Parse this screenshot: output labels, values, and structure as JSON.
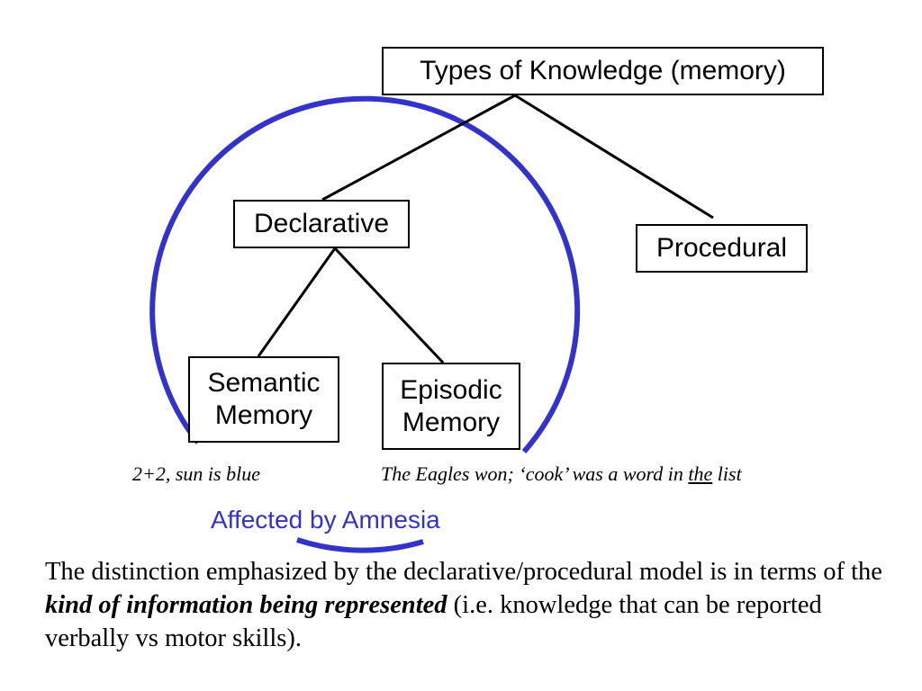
{
  "nodes": {
    "root": "Types of Knowledge (memory)",
    "declarative": "Declarative",
    "procedural": "Procedural",
    "semantic": [
      "Semantic",
      "Memory"
    ],
    "episodic": [
      "Episodic",
      "Memory"
    ]
  },
  "examples": {
    "semantic": "2+2, sun is blue",
    "episodic_prefix": "The Eagles won; ‘cook’ was a word in ",
    "episodic_emph": "the",
    "episodic_suffix": " list"
  },
  "circle_label": "Affected by Amnesia",
  "colors": {
    "circle": "#3333cc",
    "label": "#3333cc",
    "lines": "#000000"
  },
  "caption": {
    "part1": "The distinction emphasized by the declarative/procedural model is in terms of the ",
    "emph": "kind of information being represented",
    "part2": " (i.e. knowledge that can be reported verbally vs motor skills)."
  }
}
